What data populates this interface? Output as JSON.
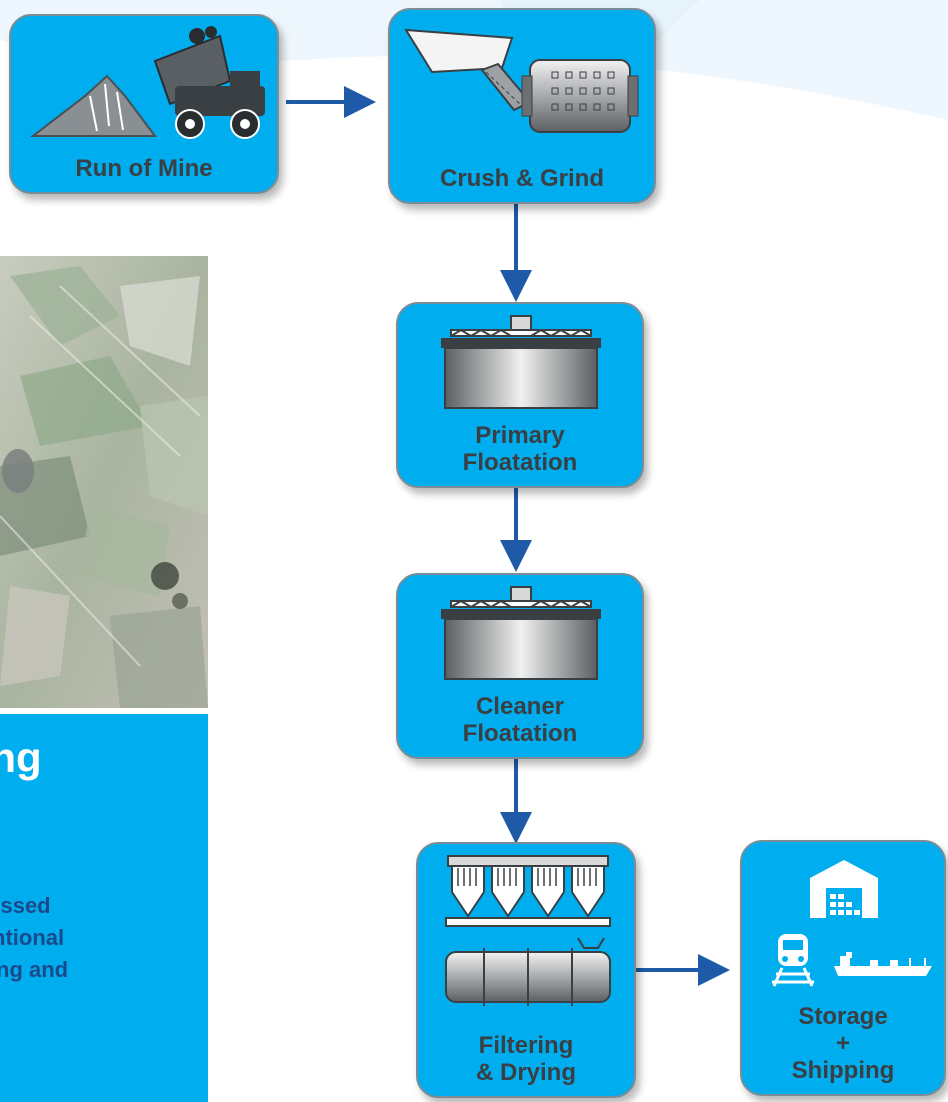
{
  "colors": {
    "box_fill": "#00aeef",
    "box_border": "#7a8d97",
    "label_text": "#3a3f43",
    "arrow": "#1e5aa8",
    "panel_fill": "#00aeef",
    "panel_heading": "#ffffff",
    "panel_body": "#1a4a8c"
  },
  "steps": [
    {
      "label": "Run of Mine",
      "icon": "ore-pile-and-haul-truck-icon"
    },
    {
      "label": "Crush & Grind",
      "icon": "conveyor-and-ball-mill-icon"
    },
    {
      "label_lines": [
        "Primary",
        "Floatation"
      ],
      "icon": "flotation-tank-icon"
    },
    {
      "label_lines": [
        "Cleaner",
        "Floatation"
      ],
      "icon": "flotation-tank-icon"
    },
    {
      "label_lines": [
        "Filtering",
        "& Drying"
      ],
      "icon": "filter-press-and-dryer-icon"
    },
    {
      "label_lines": [
        "Storage",
        "+",
        "Shipping"
      ],
      "icon": "warehouse-train-ship-icon"
    }
  ],
  "flows": [
    [
      "Run of Mine",
      "Crush & Grind"
    ],
    [
      "Crush & Grind",
      "Primary Floatation"
    ],
    [
      "Primary Floatation",
      "Cleaner Floatation"
    ],
    [
      "Cleaner Floatation",
      "Filtering & Drying"
    ],
    [
      "Filtering & Drying",
      "Storage + Shipping"
    ]
  ],
  "panel": {
    "heading": "ssing",
    "body_lines": [
      "cessed",
      "ntional",
      "ng and"
    ]
  },
  "photo": {
    "icon": "graphite-ore-rock-photo"
  }
}
